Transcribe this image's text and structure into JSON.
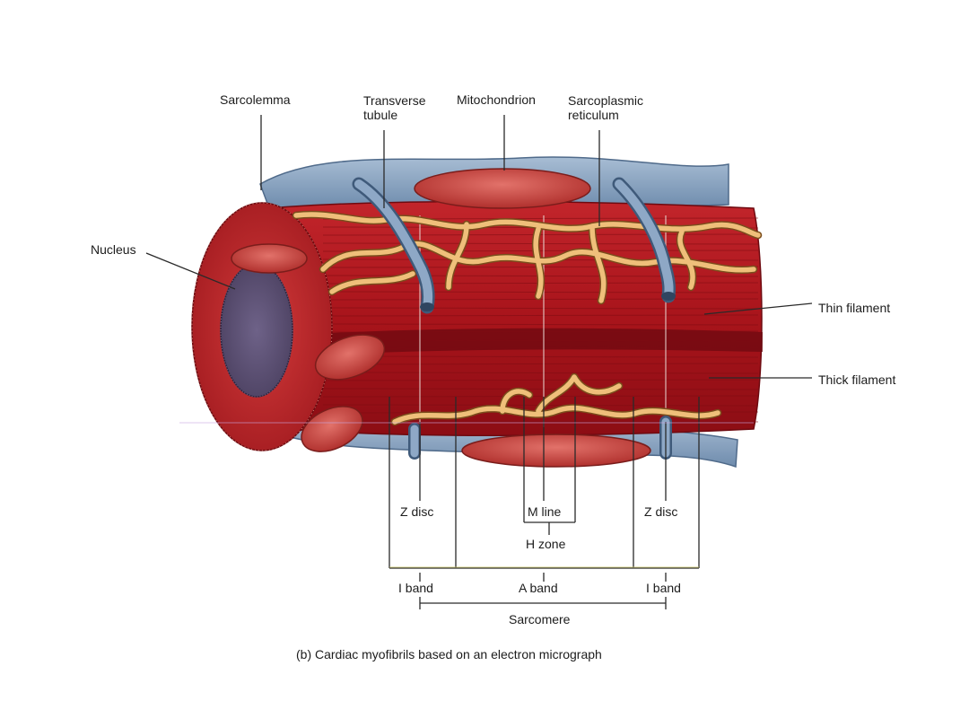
{
  "labels": {
    "sarcolemma": "Sarcolemma",
    "transverse_tubule_1": "Transverse",
    "transverse_tubule_2": "tubule",
    "mitochondrion": "Mitochondrion",
    "sarcoplasmic_reticulum_1": "Sarcoplasmic",
    "sarcoplasmic_reticulum_2": "reticulum",
    "nucleus": "Nucleus",
    "thin_filament": "Thin filament",
    "thick_filament": "Thick filament",
    "z_disc_left": "Z disc",
    "m_line": "M line",
    "z_disc_right": "Z disc",
    "h_zone": "H zone",
    "i_band_left": "I band",
    "a_band": "A band",
    "i_band_right": "I band",
    "sarcomere": "Sarcomere"
  },
  "caption": "(b) Cardiac myofibrils based on an electron micrograph",
  "colors": {
    "muscle": "#b5141b",
    "muscle_dark": "#7e0c12",
    "sarcolemma": "#7f9ab8",
    "reticulum": "#e7b270",
    "nucleus": "#5b4f72",
    "mitochondrion": "#c8413c"
  }
}
